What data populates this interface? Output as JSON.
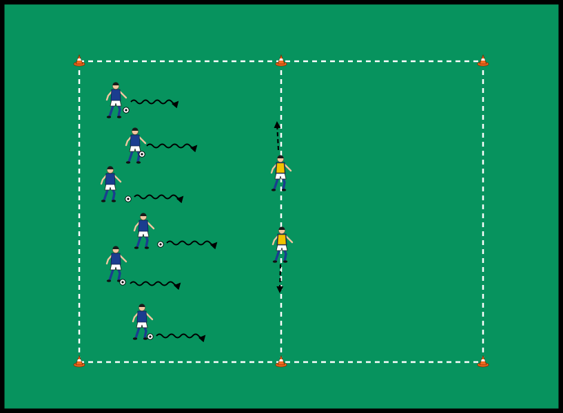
{
  "colors": {
    "border": "#000000",
    "pitch": "#07935e",
    "line": "#ffffff",
    "cone": "#f26b21",
    "cone_stripe": "#ffffff",
    "attacker_shirt": "#1b3d8f",
    "attacker_shorts": "#ffffff",
    "attacker_socks": "#1b3d8f",
    "defender_bib": "#f2c200",
    "defender_shirt": "#1b3d8f",
    "skin": "#f1c6a0",
    "hair": "#1a1a1a",
    "ball": "#ffffff",
    "run_path": "#000000"
  },
  "field": {
    "cones": [
      "cone-top-left",
      "cone-top-middle",
      "cone-top-right",
      "cone-bottom-left",
      "cone-bottom-middle",
      "cone-bottom-right"
    ]
  },
  "attackers": [
    {
      "id": "attacker-1",
      "role": "dribbler",
      "has_ball": true
    },
    {
      "id": "attacker-2",
      "role": "dribbler",
      "has_ball": true
    },
    {
      "id": "attacker-3",
      "role": "dribbler",
      "has_ball": true
    },
    {
      "id": "attacker-4",
      "role": "dribbler",
      "has_ball": true
    },
    {
      "id": "attacker-5",
      "role": "dribbler",
      "has_ball": true
    },
    {
      "id": "attacker-6",
      "role": "dribbler",
      "has_ball": true
    }
  ],
  "defenders": [
    {
      "id": "defender-1",
      "bib": "yellow",
      "movement": "up"
    },
    {
      "id": "defender-2",
      "bib": "yellow",
      "movement": "down"
    }
  ]
}
